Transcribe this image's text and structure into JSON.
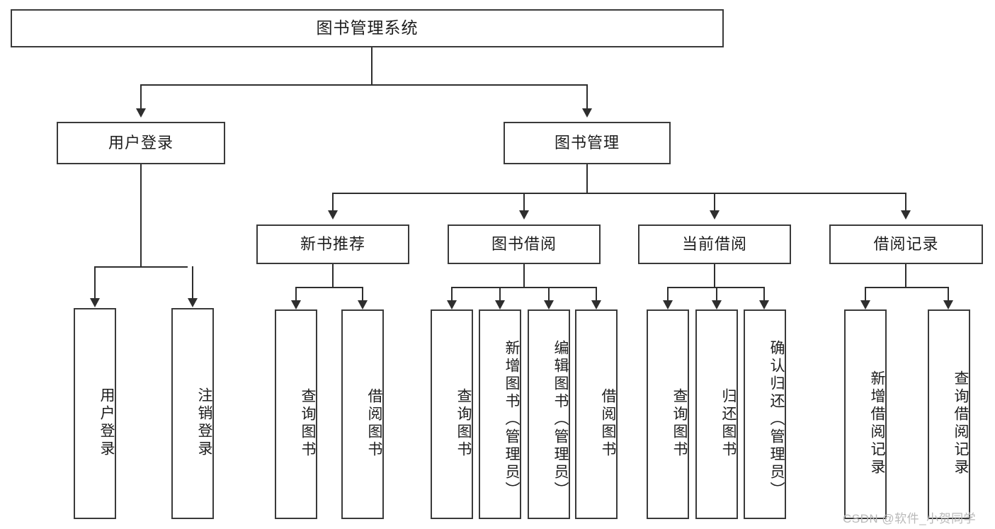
{
  "diagram": {
    "title": "图书管理系统",
    "type": "hierarchy-tree",
    "watermark": "CSDN @软件_小贺同学",
    "colors": {
      "box_border": "#3a3a3a",
      "connector": "#2e2e2e",
      "background": "#ffffff",
      "text": "#1d1d1d",
      "watermark": "#b9b9b9"
    },
    "levels": {
      "root": "图书管理系统",
      "level2": [
        "用户登录",
        "图书管理"
      ],
      "level3": [
        "新书推荐",
        "图书借阅",
        "当前借阅",
        "借阅记录"
      ],
      "leaves": [
        "用户登录",
        "注销登录",
        "查询图书",
        "借阅图书",
        "查询图书",
        "新增图书（管理员）",
        "编辑图书（管理员）",
        "借阅图书",
        "查询图书",
        "归还图书",
        "确认归还（管理员）",
        "新增借阅记录",
        "查询借阅记录"
      ]
    }
  },
  "nodes": {
    "root": {
      "label": "图书管理系统"
    },
    "user_login": {
      "label": "用户登录"
    },
    "book_manage": {
      "label": "图书管理"
    },
    "new_book_rec": {
      "label": "新书推荐"
    },
    "book_borrow": {
      "label": "图书借阅"
    },
    "current_borrow": {
      "label": "当前借阅"
    },
    "borrow_record": {
      "label": "借阅记录"
    },
    "leaf_user_login": {
      "label": "用户登录"
    },
    "leaf_logout": {
      "label": "注销登录"
    },
    "leaf_query_book_a": {
      "label": "查询图书"
    },
    "leaf_borrow_book_a": {
      "label": "借阅图书"
    },
    "leaf_query_book_b": {
      "label": "查询图书"
    },
    "leaf_add_book": {
      "label": "新增图书（管理员）"
    },
    "leaf_edit_book": {
      "label": "编辑图书（管理员）"
    },
    "leaf_borrow_book_b": {
      "label": "借阅图书"
    },
    "leaf_query_book_c": {
      "label": "查询图书"
    },
    "leaf_return_book": {
      "label": "归还图书"
    },
    "leaf_confirm_return": {
      "label": "确认归还（管理员）"
    },
    "leaf_add_record": {
      "label": "新增借阅记录"
    },
    "leaf_query_record": {
      "label": "查询借阅记录"
    }
  },
  "footer": {
    "watermark": "CSDN @软件_小贺同学"
  }
}
